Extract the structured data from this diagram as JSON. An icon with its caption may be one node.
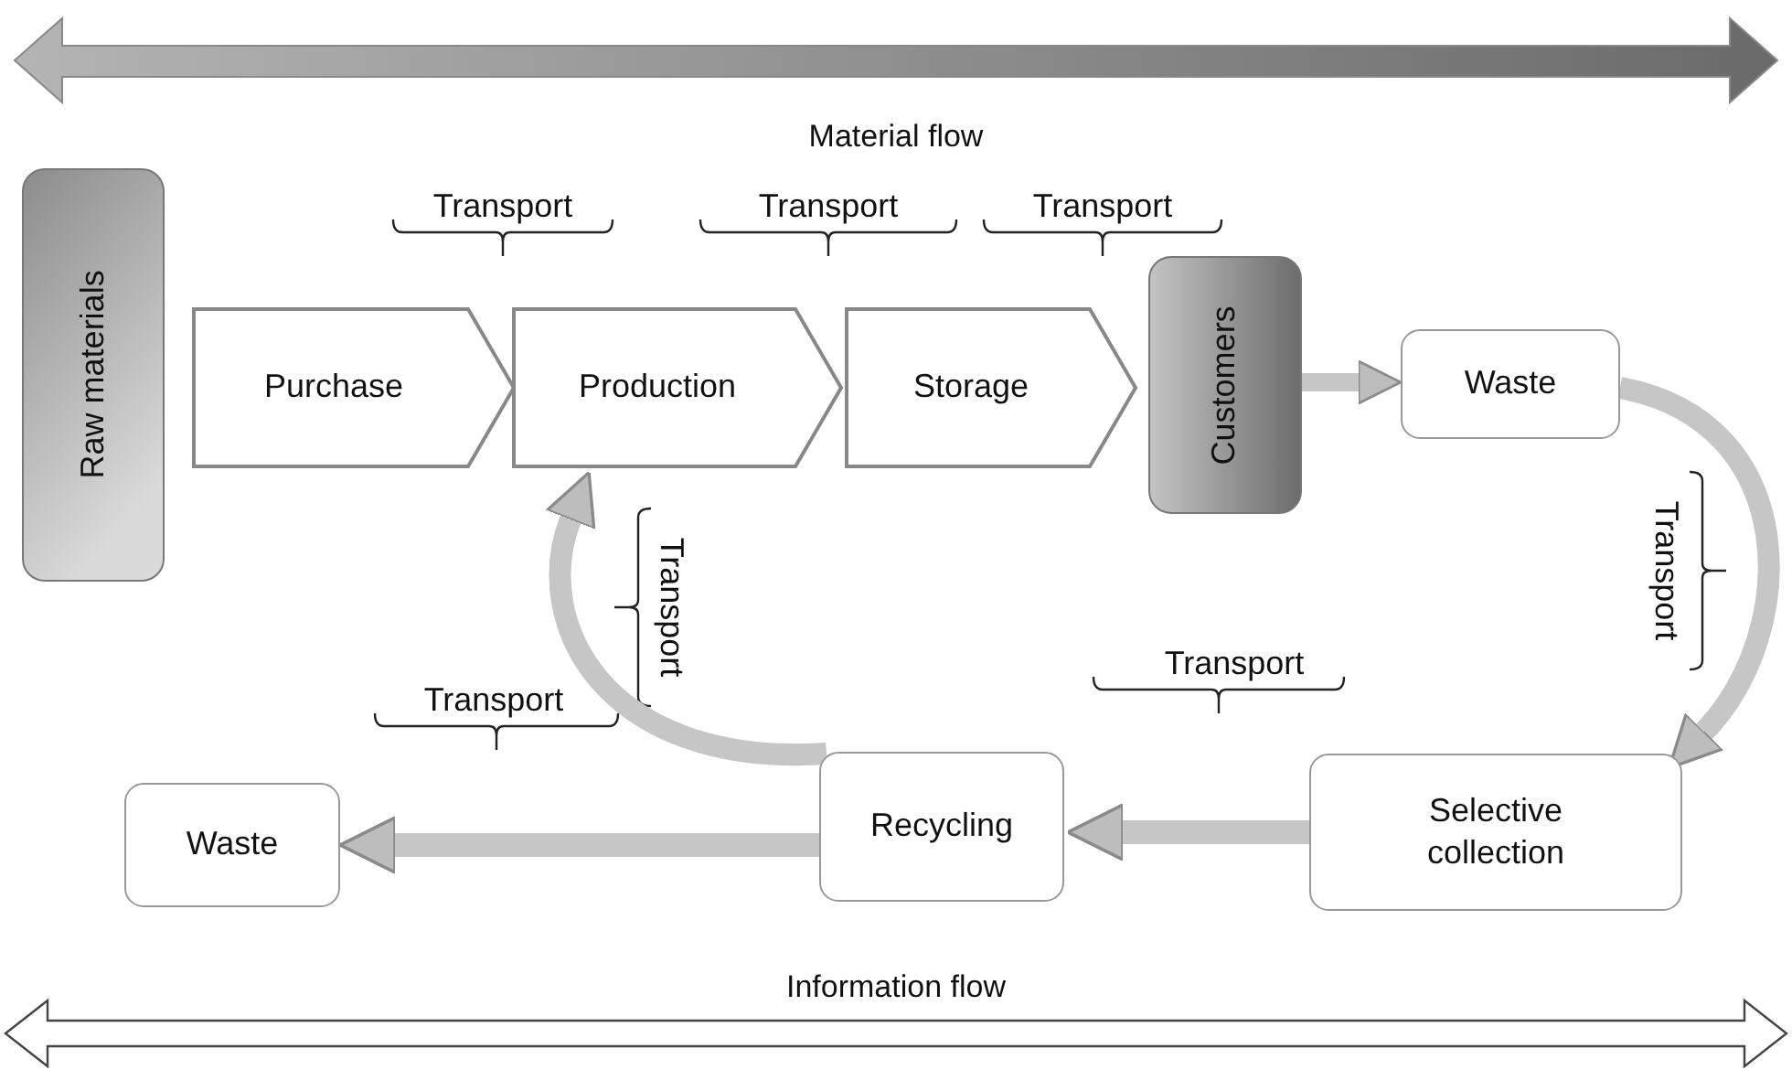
{
  "diagram": {
    "nodes": [
      {
        "text": [
          "Raw materials"
        ]
      },
      {
        "text": [
          "Purchase"
        ]
      },
      {
        "text": [
          "Production"
        ]
      },
      {
        "text": [
          "Storage"
        ]
      },
      {
        "text": [
          "Customers"
        ]
      },
      {
        "text": [
          "Waste"
        ]
      },
      {
        "text": [
          "Selective collection"
        ]
      },
      {
        "text": [
          "Recycling"
        ]
      },
      {
        "text": [
          "Waste"
        ]
      }
    ],
    "edges": [
      {
        "from": 4,
        "to": 5,
        "arrow": "to"
      },
      {
        "from": 5,
        "to": 6,
        "arrow": "to"
      },
      {
        "from": 6,
        "to": 7,
        "arrow": "to"
      },
      {
        "from": 7,
        "to": 8,
        "arrow": "to"
      },
      {
        "from": 7,
        "to": 2,
        "arrow": "to"
      }
    ],
    "labels": [
      "Material flow",
      "Transport",
      "Transport",
      "Transport",
      "Transport",
      "Transport",
      "Transport",
      "Transport",
      "Information flow"
    ]
  }
}
